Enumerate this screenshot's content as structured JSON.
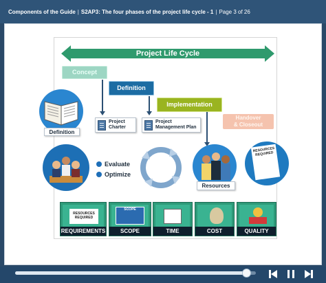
{
  "header": {
    "guide_title": "Components of the Guide",
    "section": "S2AP3: The four phases of the project life cycle - 1",
    "page_info": "Page 3 of 26"
  },
  "lifecycle": {
    "title": "Project Life Cycle"
  },
  "phases": {
    "concept": "Concept",
    "definition": "Definition",
    "implementation": "Implementation",
    "handover_line1": "Handover",
    "handover_line2": "& Closeout"
  },
  "docs": {
    "charter_line1": "Project",
    "charter_line2": "Charter",
    "plan_line1": "Project",
    "plan_line2": "Management Plan"
  },
  "circles": {
    "definition_label": "Definition",
    "resources_label": "Resources",
    "resources_required_line1": "RESOURCES",
    "resources_required_line2": "REQUIRED"
  },
  "bullets": [
    "Evaluate",
    "Optimize"
  ],
  "tiles": [
    {
      "label": "REQUIREMENTS",
      "caption_line1": "RESOURCES",
      "caption_line2": "REQUIRED"
    },
    {
      "label": "SCOPE",
      "caption": "SCOPE"
    },
    {
      "label": "TIME"
    },
    {
      "label": "COST"
    },
    {
      "label": "QUALITY"
    }
  ],
  "player": {
    "progress": 0.96
  },
  "colors": {
    "header_bg": "#2f5478",
    "arrow_green": "#2f9a6d",
    "definition_blue": "#1c6ca3",
    "implementation_green": "#9ab420",
    "concept_mint": "#9dd6c3",
    "handover_peach": "#f5c3ae"
  }
}
